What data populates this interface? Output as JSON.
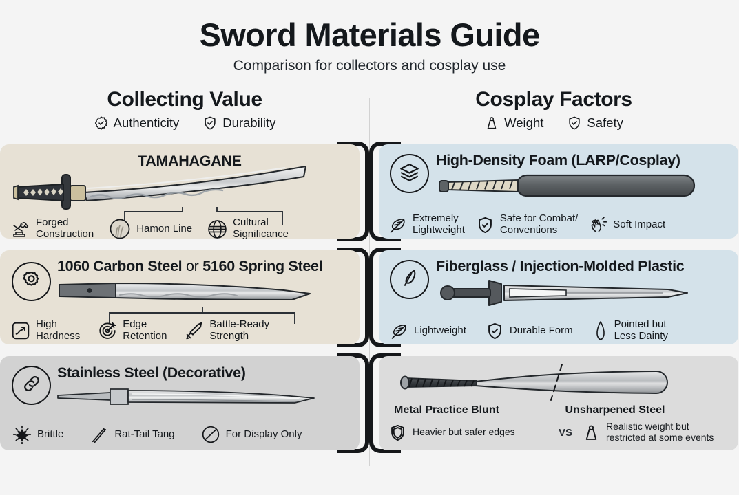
{
  "header": {
    "title": "Sword Materials Guide",
    "subtitle": "Comparison for collectors and cosplay use"
  },
  "columns": [
    {
      "id": "collecting",
      "title": "Collecting Value",
      "tags": [
        {
          "label": "Authenticity",
          "icon": "badge-check-icon"
        },
        {
          "label": "Durability",
          "icon": "shield-check-icon"
        }
      ],
      "cards": [
        {
          "id": "tamahagane",
          "title": "TAMAHAGANE",
          "background": "#e7e1d5",
          "art": "katana",
          "features": [
            {
              "label_1": "Forged",
              "label_2": "Construction",
              "icon": "anvil-tools-icon"
            },
            {
              "label_1": "Hamon Line",
              "label_2": "",
              "icon": "hamon-circle-icon"
            },
            {
              "label_1": "Cultural",
              "label_2": "Significance",
              "icon": "globe-icon"
            }
          ]
        },
        {
          "id": "carbon-steel",
          "title_a": "1060 Carbon Steel",
          "title_b": "or",
          "title_c": "5160 Spring Steel",
          "background": "#e7e1d5",
          "badge_icon": "gear-icon",
          "art": "tanto-blade",
          "features": [
            {
              "label_1": "High",
              "label_2": "Hardness",
              "icon": "chart-up-icon"
            },
            {
              "label_1": "Edge",
              "label_2": "Retention",
              "icon": "target-icon"
            },
            {
              "label_1": "Battle-Ready",
              "label_2": "Strength",
              "icon": "sword-icon"
            }
          ]
        },
        {
          "id": "stainless-steel",
          "title": "Stainless Steel (Decorative)",
          "background": "#d2d2d2",
          "badge_icon": "chain-link-icon",
          "art": "display-blade",
          "features": [
            {
              "label_1": "Brittle",
              "label_2": "",
              "icon": "shatter-icon"
            },
            {
              "label_1": "Rat-Tail Tang",
              "label_2": "",
              "icon": "thin-tang-icon"
            },
            {
              "label_1": "For Display Only",
              "label_2": "",
              "icon": "no-entry-icon"
            }
          ]
        }
      ]
    },
    {
      "id": "cosplay",
      "title": "Cosplay Factors",
      "tags": [
        {
          "label": "Weight",
          "icon": "weight-icon"
        },
        {
          "label": "Safety",
          "icon": "shield-check-icon"
        }
      ],
      "cards": [
        {
          "id": "high-density-foam",
          "title": "High-Density Foam (LARP/Cosplay)",
          "background": "#d4e2ea",
          "badge_icon": "layers-icon",
          "art": "foam-sword",
          "features": [
            {
              "label_1": "Extremely",
              "label_2": "Lightweight",
              "icon": "feather-icon"
            },
            {
              "label_1": "Safe for Combat/",
              "label_2": "Conventions",
              "icon": "shield-check-icon"
            },
            {
              "label_1": "Soft Impact",
              "label_2": "",
              "icon": "soft-hand-icon"
            }
          ]
        },
        {
          "id": "fiberglass-plastic",
          "title": "Fiberglass / Injection-Molded Plastic",
          "background": "#d4e2ea",
          "badge_icon": "spear-tip-icon",
          "art": "arming-sword",
          "features": [
            {
              "label_1": "Lightweight",
              "label_2": "",
              "icon": "feather-icon"
            },
            {
              "label_1": "Durable Form",
              "label_2": "",
              "icon": "shield-check-icon"
            },
            {
              "label_1": "Pointed but",
              "label_2": "Less Dainty",
              "icon": "blade-tip-icon"
            }
          ]
        },
        {
          "id": "practice-vs-steel",
          "background": "#dcdcdc",
          "art": "split-bat",
          "vs_label": "VS",
          "left_name": "Metal Practice Blunt",
          "right_name": "Unsharpened Steel",
          "left_feature": {
            "label_1": "Heavier but safer edges",
            "label_2": "",
            "icon": "shield-icon"
          },
          "right_feature": {
            "label_1": "Realistic weight but",
            "label_2": "restricted at some events",
            "icon": "weight-icon"
          }
        }
      ]
    }
  ],
  "colors": {
    "page_background": "#f4f4f4",
    "ink": "#15171a",
    "beige": "#e7e1d5",
    "gray": "#d2d2d2",
    "blue": "#d4e2ea"
  }
}
